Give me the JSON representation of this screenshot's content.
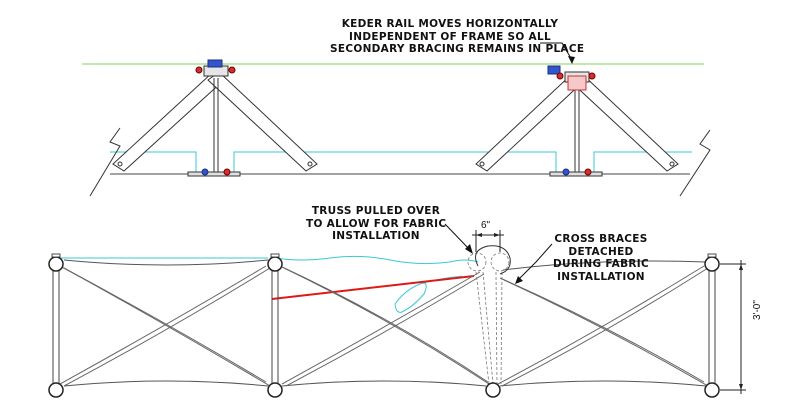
{
  "notes": {
    "keder_rail": [
      "KEDER RAIL MOVES HORIZONTALLY",
      "INDEPENDENT OF FRAME SO ALL",
      "SECONDARY BRACING REMAINS IN PLACE"
    ],
    "truss_pulled": [
      "TRUSS PULLED OVER",
      "TO ALLOW FOR FABRIC",
      "INSTALLATION"
    ],
    "cross_braces": [
      "CROSS BRACES",
      "DETACHED",
      "DURING FABRIC",
      "INSTALLATION"
    ]
  },
  "dimensions": {
    "gap": "6\"",
    "height": "3'-0\""
  },
  "colors": {
    "line": "#333333",
    "keder_rail": "#7fd35a",
    "fabric": "#39c8d6",
    "pull_line": "#e01818",
    "hardware_blue": "#3355cc",
    "hardware_red": "#d13030"
  }
}
